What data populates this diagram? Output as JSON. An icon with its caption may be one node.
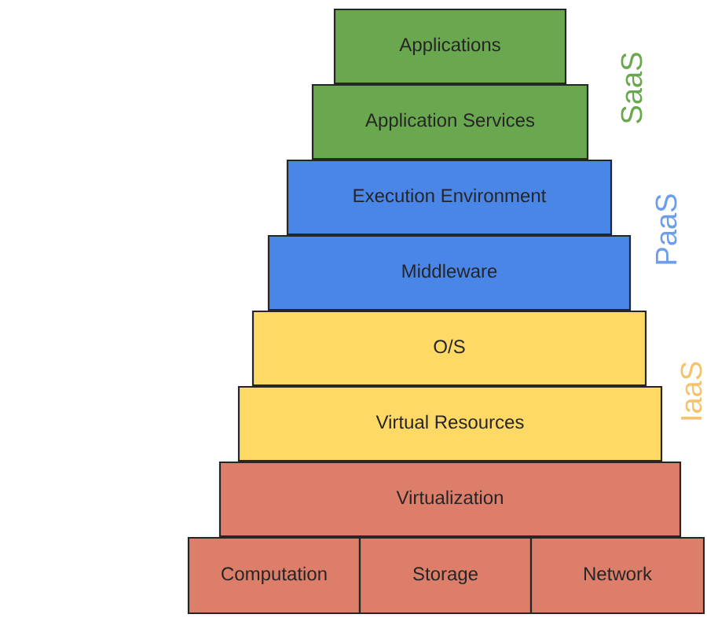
{
  "diagram": {
    "nodes": [
      {
        "text": [
          "Applications"
        ]
      },
      {
        "text": [
          "Application Services"
        ]
      },
      {
        "text": [
          "Execution Environment"
        ]
      },
      {
        "text": [
          "Middleware"
        ]
      },
      {
        "text": [
          "O/S"
        ]
      },
      {
        "text": [
          "Virtual Resources"
        ]
      },
      {
        "text": [
          "Virtualization"
        ]
      },
      {
        "text": [
          "Computation"
        ]
      },
      {
        "text": [
          "Storage"
        ]
      },
      {
        "text": [
          "Network"
        ]
      }
    ],
    "labels": [
      "SaaS",
      "PaaS",
      "IaaS"
    ]
  }
}
